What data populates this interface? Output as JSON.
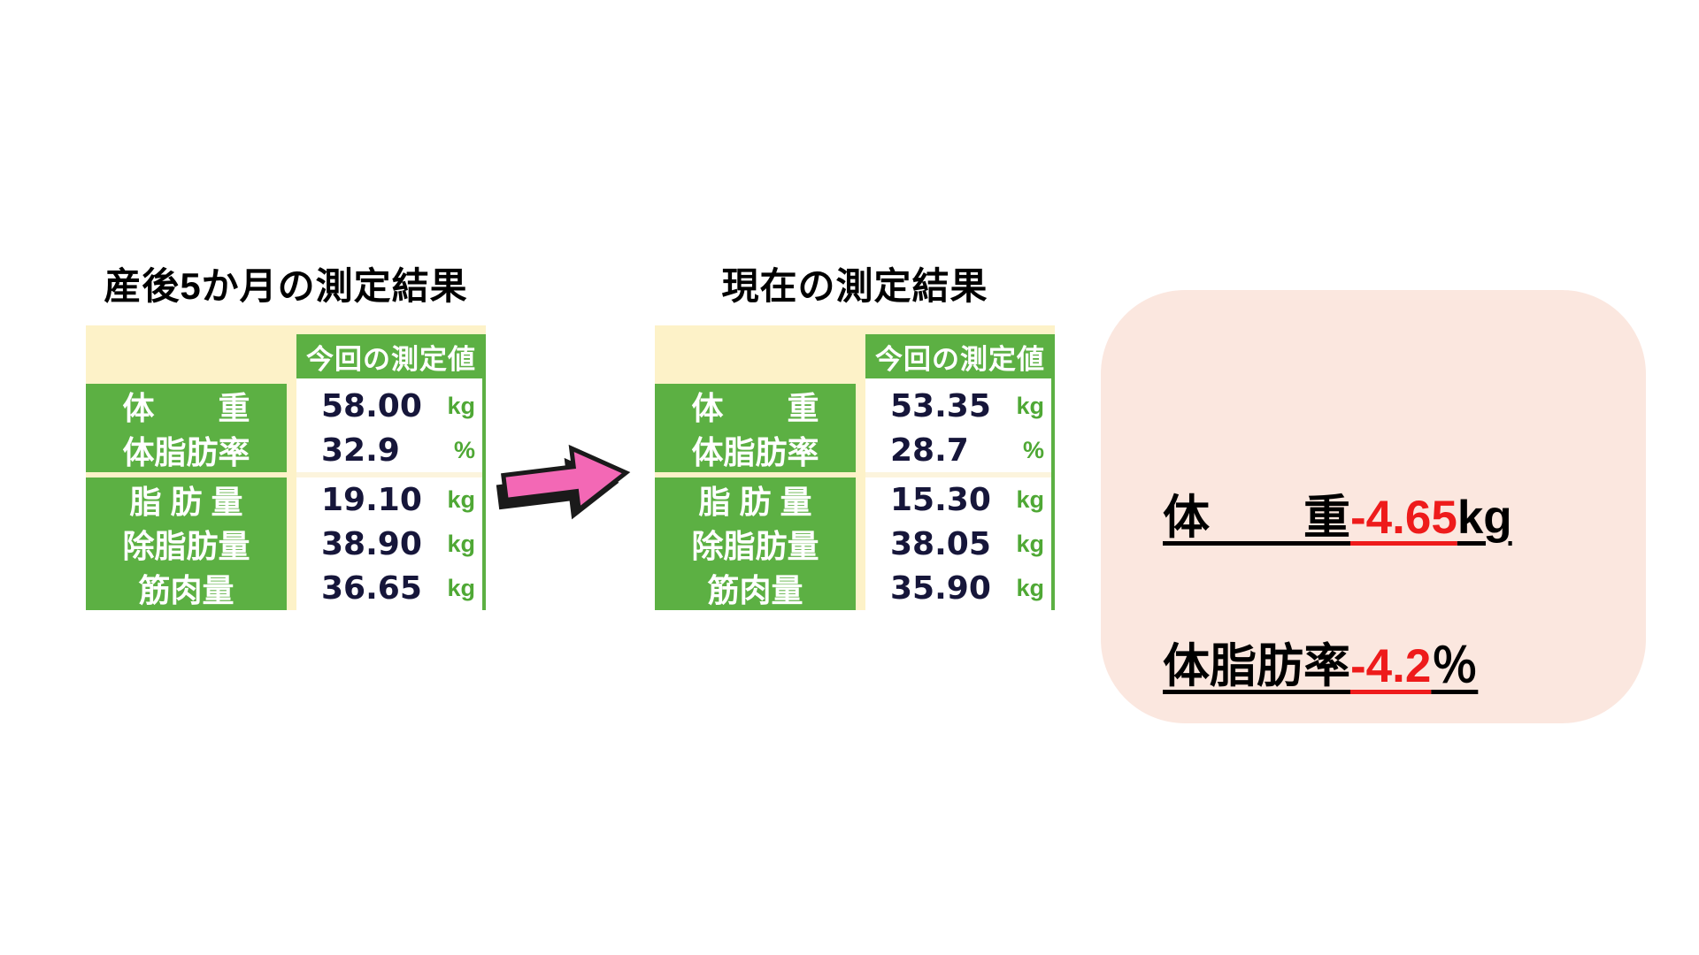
{
  "before": {
    "title": "産後5か月の測定結果",
    "table": {
      "header": "今回の測定値",
      "rows": [
        {
          "label": "体　　重",
          "value": "58.00",
          "unit": "kg"
        },
        {
          "label": "体脂肪率",
          "value": "32.9",
          "unit": "%"
        },
        {
          "label": "脂 肪 量",
          "value": "19.10",
          "unit": "kg"
        },
        {
          "label": "除脂肪量",
          "value": "38.90",
          "unit": "kg"
        },
        {
          "label": "筋肉量",
          "value": "36.65",
          "unit": "kg"
        }
      ]
    }
  },
  "after": {
    "title": "現在の測定結果",
    "table": {
      "header": "今回の測定値",
      "rows": [
        {
          "label": "体　　重",
          "value": "53.35",
          "unit": "kg"
        },
        {
          "label": "体脂肪率",
          "value": "28.7",
          "unit": "%"
        },
        {
          "label": "脂 肪 量",
          "value": "15.30",
          "unit": "kg"
        },
        {
          "label": "除脂肪量",
          "value": "38.05",
          "unit": "kg"
        },
        {
          "label": "筋肉量",
          "value": "35.90",
          "unit": "kg"
        }
      ]
    }
  },
  "summary": {
    "lines": [
      {
        "label": "体　　重",
        "delta": "-4.65",
        "unit": "kg"
      },
      {
        "label": "体脂肪率",
        "delta": "-4.2",
        "unit": "％"
      }
    ]
  },
  "colors": {
    "table_green": "#5cb043",
    "table_beige": "#fdf2c8",
    "value_text": "#16163a",
    "unit_green": "#4fa835",
    "delta_red": "#ee1b1b",
    "summary_bg": "#fbe7df",
    "arrow_pink": "#f368b5",
    "arrow_outline": "#1a1a1a"
  }
}
